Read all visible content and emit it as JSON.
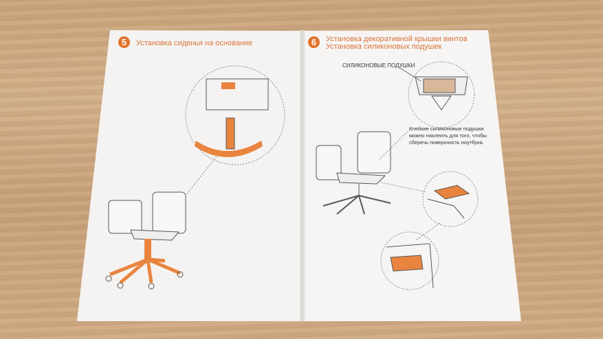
{
  "left_page": {
    "step_number": "5",
    "title": "Установка сиденья на основание"
  },
  "right_page": {
    "step_number": "6",
    "title_line1": "Установка декоративной крышки винтов",
    "title_line2": "Установка силиконовых подушек",
    "callout_label": "СИЛИКОНОВЫЕ ПОДУШКИ",
    "note_line1": "Клейкие силиконовые подушки",
    "note_line2": "можно наклеить для того, чтобы",
    "note_line3": "сберечь поверхность ноутбука."
  },
  "colors": {
    "accent": "#e0722c",
    "wood": "#c9a47c",
    "paper": "#f4f3f1"
  }
}
